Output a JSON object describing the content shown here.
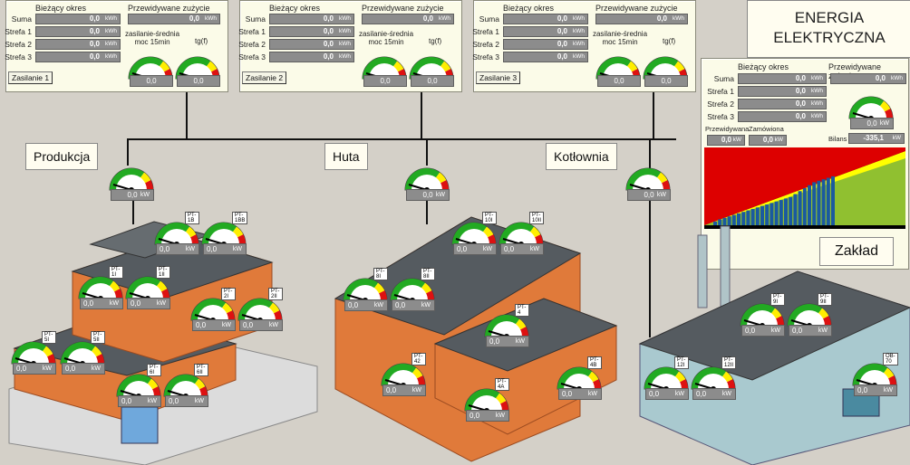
{
  "title": [
    "ENERGIA",
    "ELEKTRYCZNA"
  ],
  "panels": [
    {
      "current": "Bieżący okres",
      "predicted": "Przewidywane zużycie",
      "rows": [
        "Suma",
        "Strefa 1",
        "Strefa 2",
        "Strefa 3"
      ],
      "vals": [
        "0,0",
        "0,0",
        "0,0",
        "0,0"
      ],
      "unit": "kWh",
      "pred_val": "0,0",
      "avg_label": "zasilanie-średnia moc 15min",
      "tg_label": "tg(f)",
      "g1": "0,0",
      "g2": "0,0",
      "button": "Zasilanie 1"
    },
    {
      "current": "Bieżący okres",
      "predicted": "Przewidywane zużycie",
      "rows": [
        "Suma",
        "Strefa 1",
        "Strefa 2",
        "Strefa 3"
      ],
      "vals": [
        "0,0",
        "0,0",
        "0,0",
        "0,0"
      ],
      "unit": "kWh",
      "pred_val": "0,0",
      "avg_label": "zasilanie-średnia moc 15min",
      "tg_label": "tg(f)",
      "g1": "0,0",
      "g2": "0,0",
      "button": "Zasilanie 2"
    },
    {
      "current": "Bieżący okres",
      "predicted": "Przewidywane zużycie",
      "rows": [
        "Suma",
        "Strefa 1",
        "Strefa 2",
        "Strefa 3"
      ],
      "vals": [
        "0,0",
        "0,0",
        "0,0",
        "0,0"
      ],
      "unit": "kWh",
      "pred_val": "0,0",
      "avg_label": "zasilanie-średnia moc 15min",
      "tg_label": "tg(f)",
      "g1": "0,0",
      "g2": "0,0",
      "button": "Zasilanie 3"
    }
  ],
  "zaklad": {
    "current": "Bieżący okres",
    "predicted": "Przewidywane zużycie",
    "rows": [
      "Suma",
      "Strefa 1",
      "Strefa 2",
      "Strefa 3"
    ],
    "vals": [
      "0,0",
      "0,0",
      "0,0",
      "0,0"
    ],
    "unit": "kWh",
    "pred_val": "0,0",
    "gauge_val": "0,0",
    "gauge_unit": "kW",
    "przewidywana": "Przewidywana",
    "zamowiona": "Zamówiona",
    "przew_val": "0,0",
    "zam_val": "0,0",
    "kw": "kW",
    "bilans": "Bilans",
    "bilans_val": "-335,1",
    "bilans_unit": "kW",
    "label": "Zakład"
  },
  "chart_data": {
    "type": "area",
    "values": [
      0.05,
      0.08,
      0.1,
      0.12,
      0.14,
      0.16,
      0.18,
      0.2,
      0.22,
      0.24,
      0.26,
      0.28,
      0.3,
      0.32,
      0.34,
      0.36,
      0.38,
      0.42,
      0.46,
      0.5,
      0.54,
      0.58,
      0.6,
      0.62,
      0.64,
      0.66
    ],
    "series_colors": {
      "actual": "#1a5aa0",
      "ordered": "#ffff00",
      "over": "#dd0000",
      "under": "#90c030"
    }
  },
  "sections": [
    "Produkcja",
    "Huta",
    "Kotłownia"
  ],
  "gauges": {
    "section": [
      {
        "val": "0,0",
        "unit": "kW"
      },
      {
        "val": "0,0",
        "unit": "kW"
      },
      {
        "val": "0,0",
        "unit": "kW"
      }
    ],
    "tags": [
      "PT-1B",
      "PT-1BB",
      "PT-1I",
      "PT-1II",
      "PT-2I",
      "PT-2II",
      "PT-5I",
      "PT-5II",
      "PT-6I",
      "PT-6II",
      "PT-10I",
      "PT-10II",
      "PT-8I",
      "PT-8II",
      "PT-4",
      "PT-42",
      "PT-4A",
      "PT-4B",
      "PT-9I",
      "PT-9II",
      "PT-12I",
      "PT-12II",
      "OB-70"
    ],
    "value": "0,0",
    "unit": "kW"
  },
  "colors": {
    "green": "#22aa22",
    "yellow": "#ffee00",
    "red": "#dd1111",
    "brick": "#e07a3a",
    "roof": "#555b60"
  }
}
